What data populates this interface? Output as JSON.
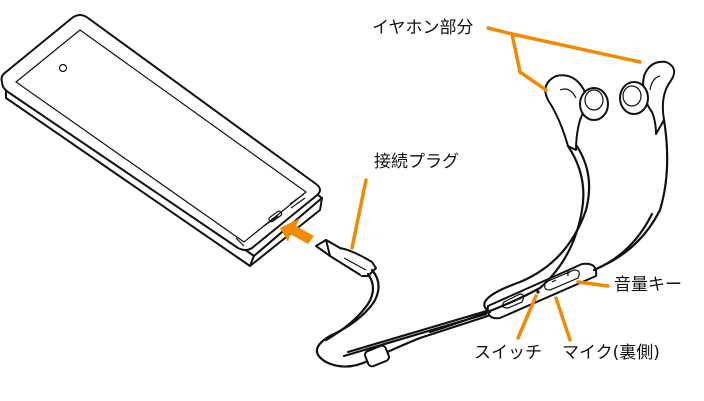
{
  "labels": {
    "earphones": "イヤホン部分",
    "plug": "接続プラグ",
    "volume": "音量キー",
    "switch": "スイッチ",
    "mic": "マイク(裏側)"
  },
  "colors": {
    "leader": "#F08A00",
    "outline": "#111111"
  },
  "icons": {
    "arrow": "arrow-left-icon"
  }
}
